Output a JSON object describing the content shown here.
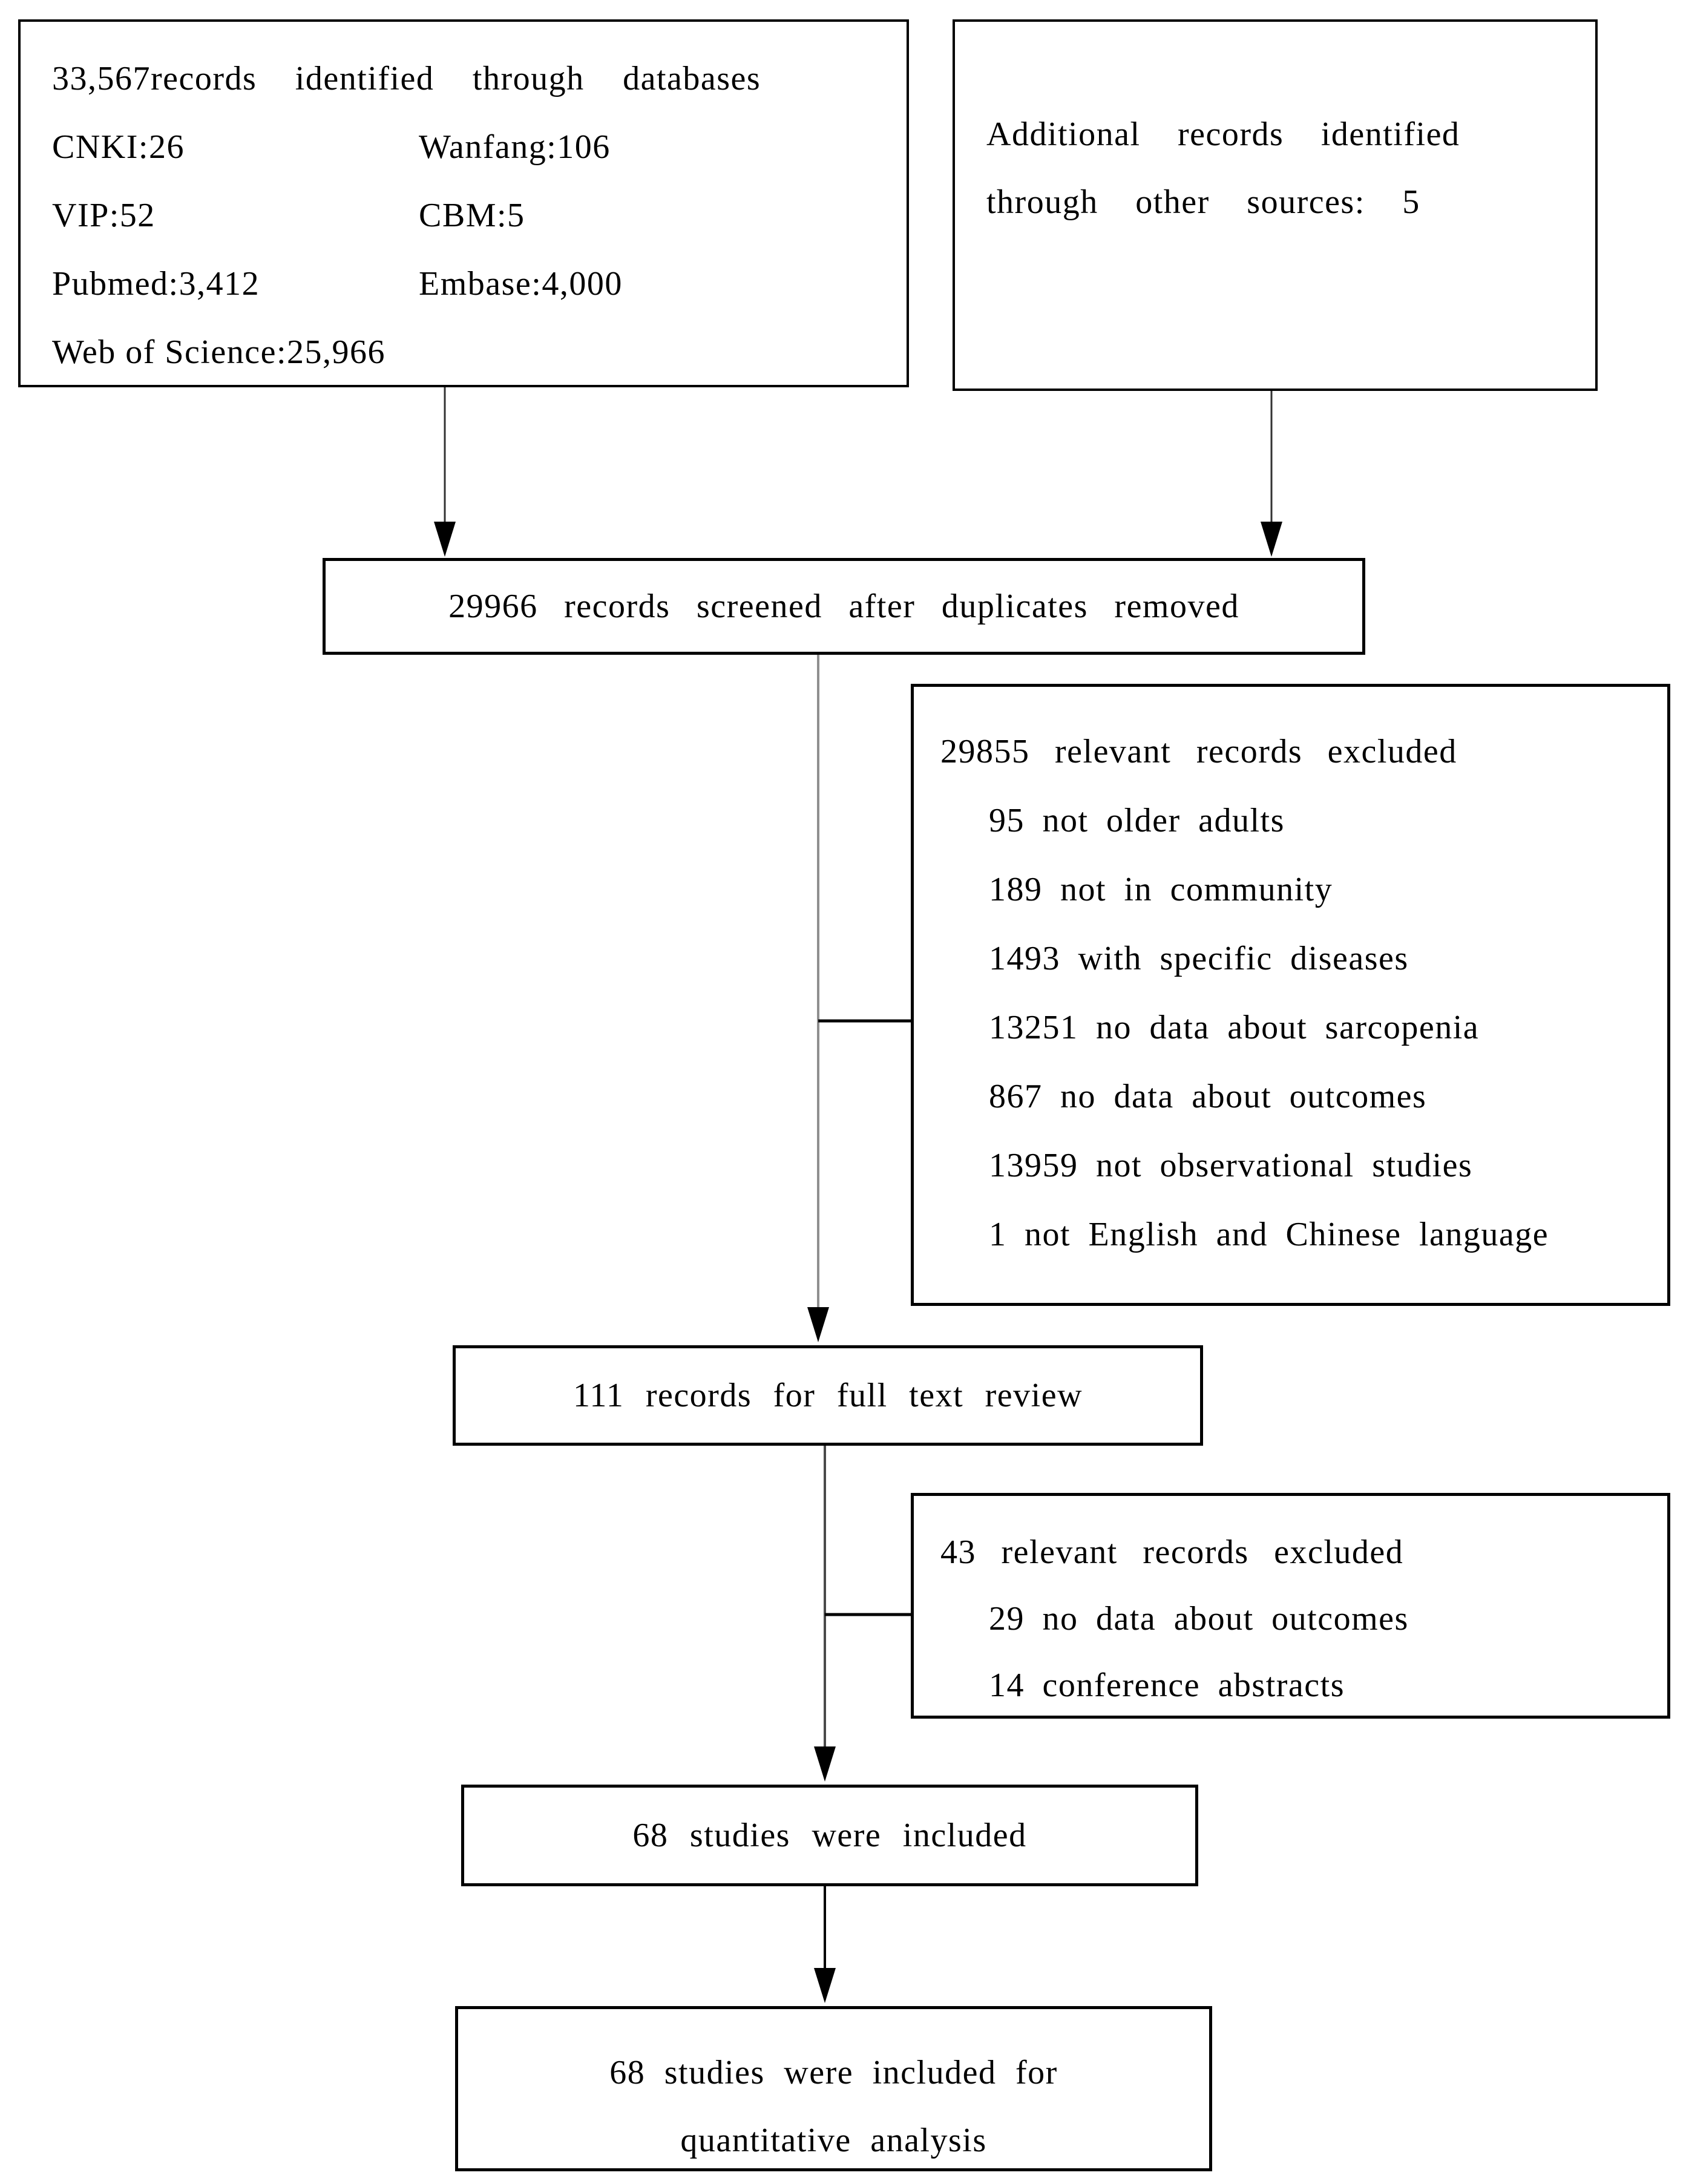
{
  "colors": {
    "background": "#ffffff",
    "text": "#000000",
    "border": "#000000",
    "connector_gray": "#8f8f8f"
  },
  "identification": {
    "title": "33,567records identified through databases",
    "rows": [
      {
        "left": "CNKI:26",
        "right": "Wanfang:106"
      },
      {
        "left": "VIP:52",
        "right": "CBM:5"
      },
      {
        "left": "Pubmed:3,412",
        "right": "Embase:4,000"
      }
    ],
    "footer": "Web of Science:25,966"
  },
  "additional": {
    "line1": "Additional records identified",
    "line2": "through other sources: 5"
  },
  "screened": {
    "text": "29966 records screened after duplicates removed"
  },
  "excluded_screening": {
    "title": "29855 relevant records excluded",
    "items": [
      "95 not older adults",
      "189 not in community",
      "1493 with specific diseases",
      "13251 no data about sarcopenia",
      "867 no data about outcomes",
      "13959 not observational studies",
      "1 not English and Chinese language"
    ]
  },
  "fulltext": {
    "text": "111 records for full text review"
  },
  "excluded_fulltext": {
    "title": "43 relevant records excluded",
    "items": [
      "29 no data about outcomes",
      "14 conference abstracts"
    ]
  },
  "included": {
    "text": "68 studies were included"
  },
  "quantitative": {
    "line1": "68 studies were included for",
    "line2": "quantitative analysis"
  }
}
